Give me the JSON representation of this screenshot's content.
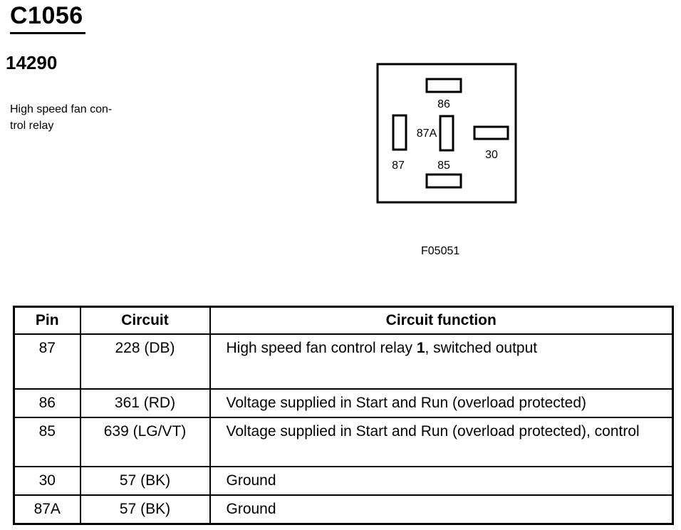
{
  "connector": {
    "id": "C1056",
    "part_number": "14290",
    "description": "High speed fan con-\ntrol relay"
  },
  "figure": {
    "code": "F05051",
    "pins": {
      "p86": "86",
      "p87A": "87A",
      "p30": "30",
      "p87": "87",
      "p85": "85"
    }
  },
  "table": {
    "headers": {
      "pin": "Pin",
      "circuit": "Circuit",
      "function": "Circuit function"
    },
    "rows": [
      {
        "pin": "87",
        "circuit": "228 (DB)",
        "function_pre": "High speed fan control relay ",
        "function_bold": "1",
        "function_post": ", switched output"
      },
      {
        "pin": "86",
        "circuit": "361 (RD)",
        "function_pre": "Voltage supplied in Start and Run (overload protected)",
        "function_bold": "",
        "function_post": ""
      },
      {
        "pin": "85",
        "circuit": "639 (LG/VT)",
        "function_pre": "Voltage supplied in Start and Run (overload protected), control",
        "function_bold": "",
        "function_post": ""
      },
      {
        "pin": "30",
        "circuit": "57 (BK)",
        "function_pre": "Ground",
        "function_bold": "",
        "function_post": ""
      },
      {
        "pin": "87A",
        "circuit": "57 (BK)",
        "function_pre": "Ground",
        "function_bold": "",
        "function_post": ""
      }
    ]
  }
}
